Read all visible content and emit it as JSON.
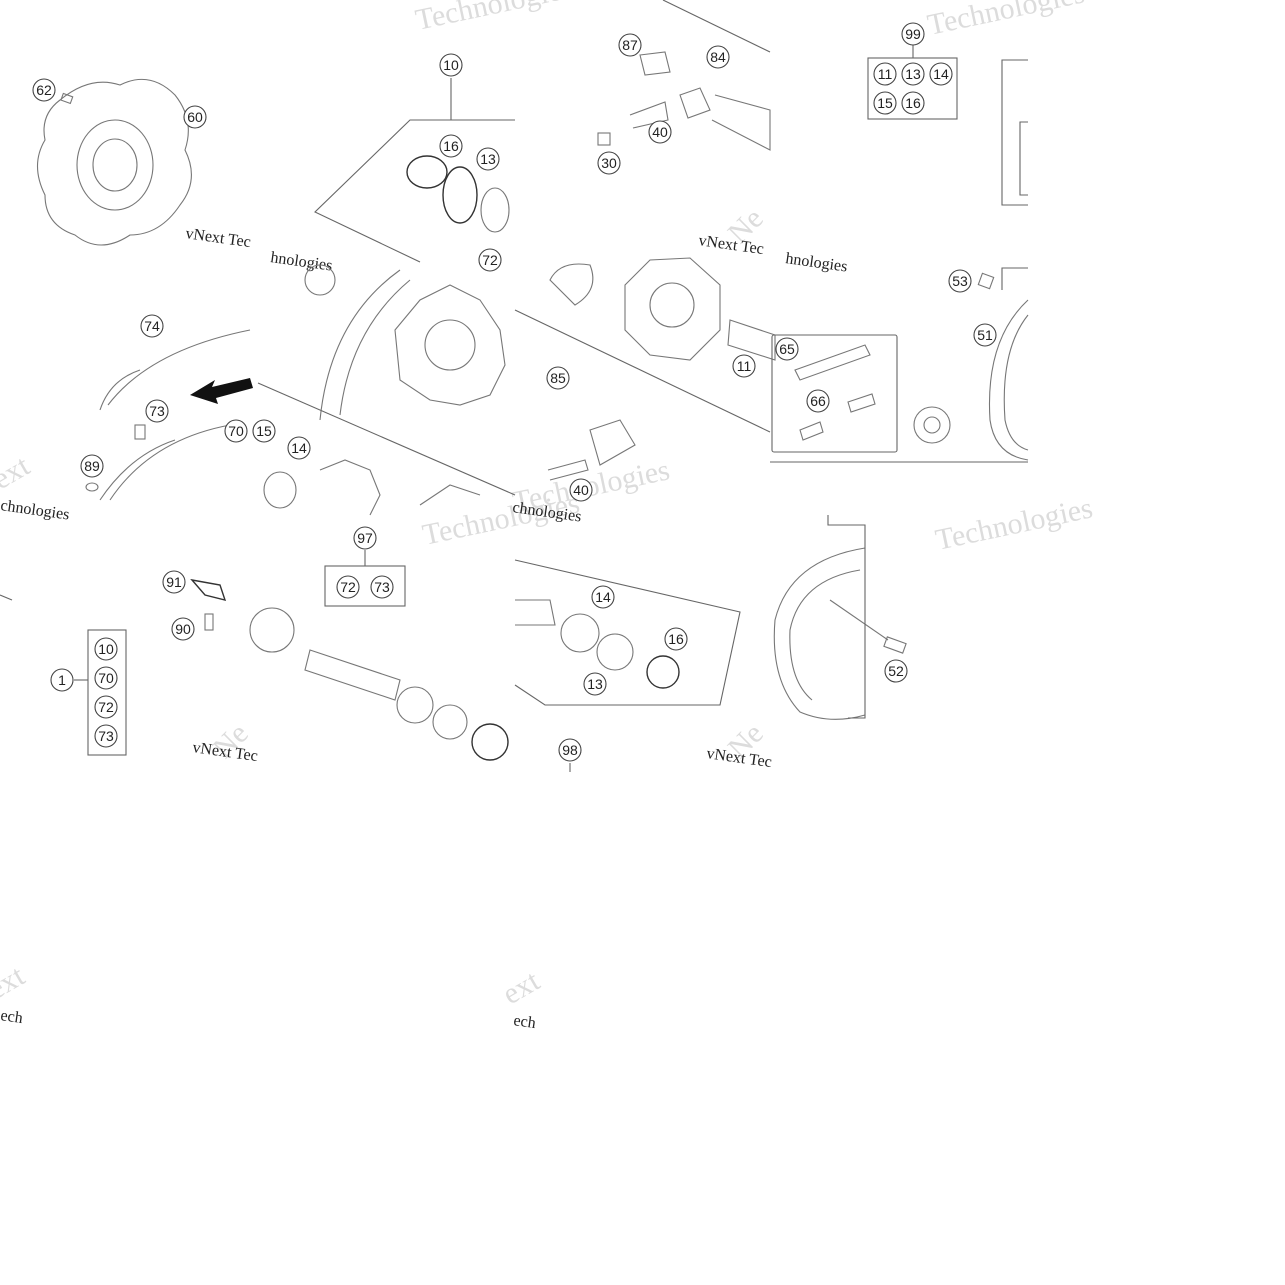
{
  "watermarks": {
    "brand_text": "vNext Technologies",
    "fragment_technologies": "Technologies",
    "fragment_vnext_tec": "vNext Tec",
    "fragment_hnologies": "hnologies",
    "fragment_chnologies": "chnologies",
    "fragment_ech": "ech",
    "fragment_ne": "Ne",
    "fragment_ext": "ext"
  },
  "callouts": {
    "c62": "62",
    "c60": "60",
    "c10a": "10",
    "c16a": "16",
    "c13a": "13",
    "c87": "87",
    "c84": "84",
    "c40a": "40",
    "c30": "30",
    "c99": "99",
    "c11a": "11",
    "c13b": "13",
    "c14a": "14",
    "c15a": "15",
    "c16b": "16",
    "c74": "74",
    "c73a": "73",
    "c70a": "70",
    "c89": "89",
    "c72a": "72",
    "c15b": "15",
    "c14b": "14",
    "c85": "85",
    "c11b": "11",
    "c40b": "40",
    "c53": "53",
    "c51": "51",
    "c65": "65",
    "c66": "66",
    "c91": "91",
    "c90": "90",
    "c1": "1",
    "c10b": "10",
    "c70b": "70",
    "c72b": "72",
    "c73b": "73",
    "c97": "97",
    "c72c": "72",
    "c73c": "73",
    "c14c": "14",
    "c16c": "16",
    "c13c": "13",
    "c98": "98",
    "c52": "52"
  }
}
